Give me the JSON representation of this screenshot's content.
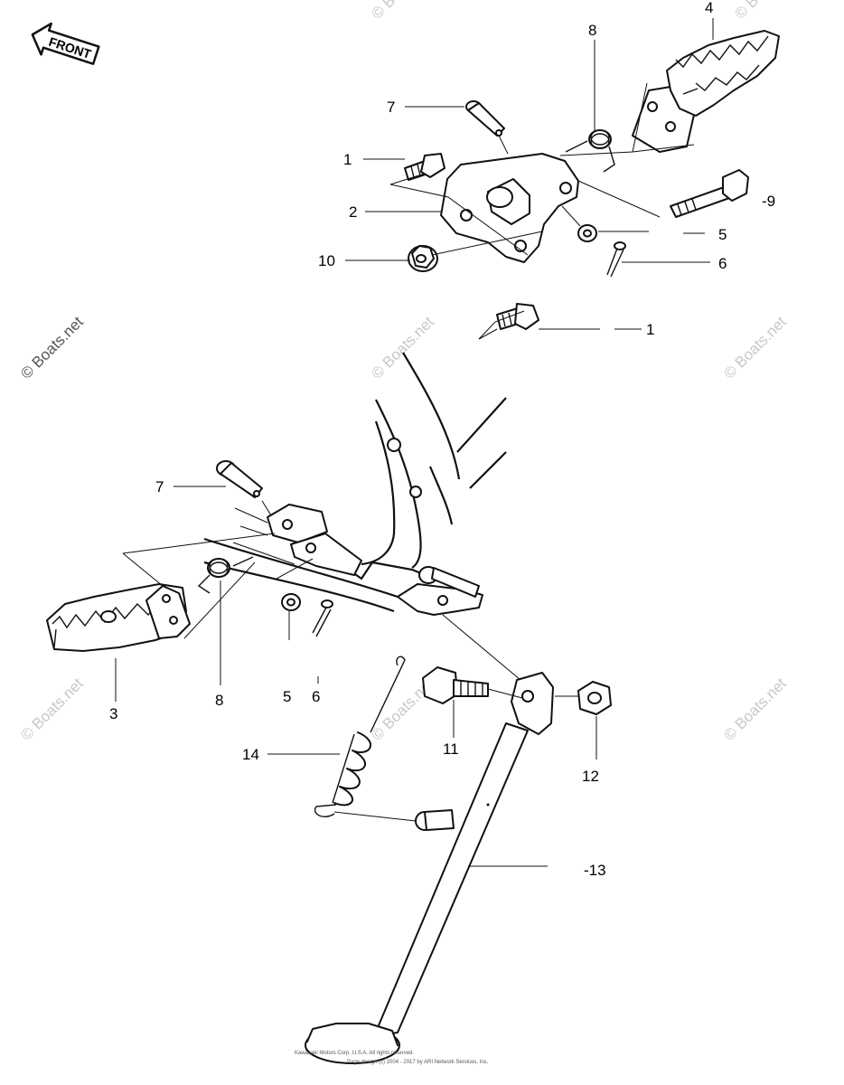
{
  "front_label": "FRONT",
  "callouts": {
    "c1a": "1",
    "c1b": "1",
    "c2": "2",
    "c3": "3",
    "c4": "4",
    "c5a": "5",
    "c5b": "5",
    "c6a": "6",
    "c6b": "6",
    "c7a": "7",
    "c7b": "7",
    "c8a": "8",
    "c8b": "8",
    "c9": "-9",
    "c10": "10",
    "c11": "11",
    "c12": "12",
    "c13": "-13",
    "c14": "14"
  },
  "watermark": "© Boats.net",
  "footer": {
    "line1": "Kawasaki Motors Corp. U.S.A. All rights reserved.",
    "line2": "Page design (c) 2004 - 2017 by ARI Network Services, Inc."
  }
}
